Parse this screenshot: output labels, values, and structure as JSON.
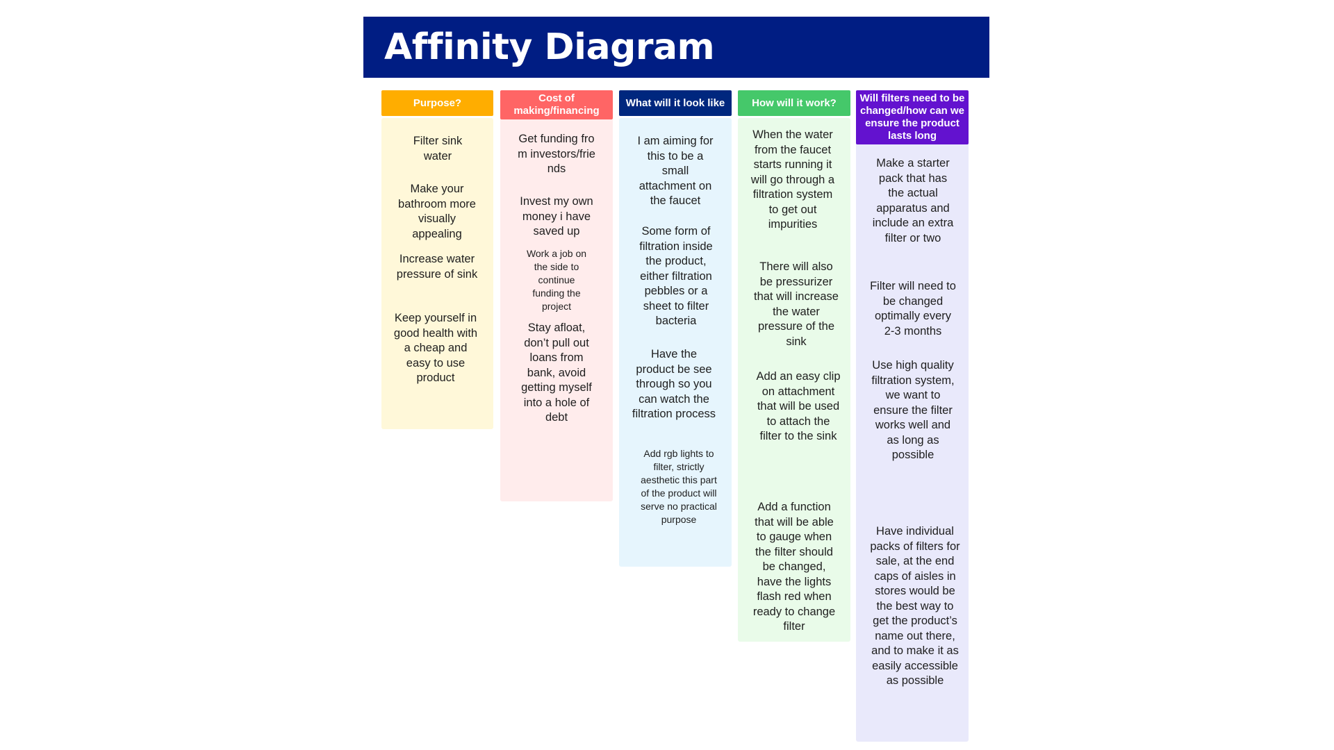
{
  "title": "Affinity Diagram",
  "colors": {
    "title_bg": "#001d83",
    "purpose_header": "#ffad00",
    "purpose_body": "#fff8d9",
    "cost_header": "#ff6565",
    "cost_body": "#ffecec",
    "look_header": "#00277e",
    "look_body": "#e6f5fd",
    "work_header": "#45c86a",
    "work_body": "#e9fbe9",
    "filters_header": "#6312cf",
    "filters_body": "#e9e9fb"
  },
  "columns": [
    {
      "header": "Purpose?",
      "notes": [
        "Filter sink water",
        "Make your bathroom more visually appealing",
        "Increase water pressure of sink",
        "Keep yourself in good health with a cheap and easy to use product"
      ]
    },
    {
      "header": "Cost of making/financing",
      "notes": [
        "Get funding from investors/friends",
        "Invest my own money i have saved up",
        "Work a job on the side to continue funding the project",
        "Stay afloat, don’t pull out loans from bank, avoid getting myself into a hole of debt"
      ]
    },
    {
      "header": "What will it look like",
      "notes": [
        "I am aiming for this to be a small attachment on the faucet",
        "Some form of filtration inside the product, either filtration pebbles or a sheet to filter bacteria",
        "Have the product be see through so you can watch the filtration process",
        "Add rgb lights to filter, strictly aesthetic this part of the product will serve no practical purpose"
      ]
    },
    {
      "header": "How will it work?",
      "notes": [
        "When the water from the faucet starts running it will go through a filtration system to get out impurities",
        "There will also be pressurizer that will increase the water pressure of the sink",
        "Add an easy clip on attachment that will be used to attach the filter to the sink",
        "Add a function that will be able to gauge when the filter should be changed, have the lights flash red when ready to change filter"
      ]
    },
    {
      "header": "Will filters need to be changed/how can we ensure the product lasts long",
      "notes": [
        "Make a starter pack that has the actual apparatus and include an extra filter or two",
        "Filter will need to be changed optimally every 2-3 months",
        "Use high quality filtration system, we want to ensure the filter works well and as long as possible",
        "Have individual packs of filters for sale, at the end caps of aisles in stores would be the best way to get the product’s name out there, and to make it as easily accessible as possible"
      ]
    }
  ]
}
